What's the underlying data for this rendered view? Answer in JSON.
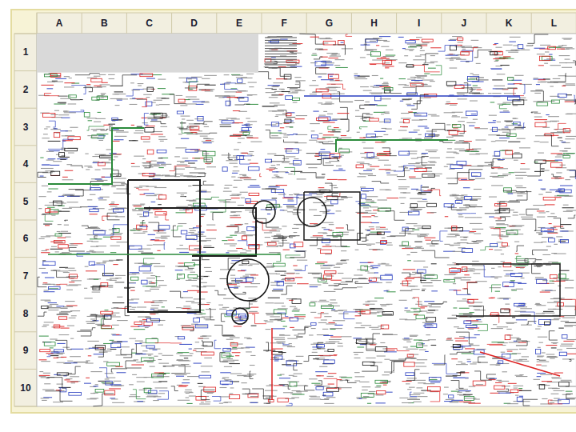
{
  "diagram": {
    "labels": [
      "A",
      "B",
      "C",
      "D",
      "E",
      "F",
      "G",
      "H",
      "I",
      "J",
      "K",
      "L",
      "1",
      "2",
      "3",
      "4",
      "5",
      "6",
      "7",
      "8",
      "9",
      "10"
    ]
  }
}
